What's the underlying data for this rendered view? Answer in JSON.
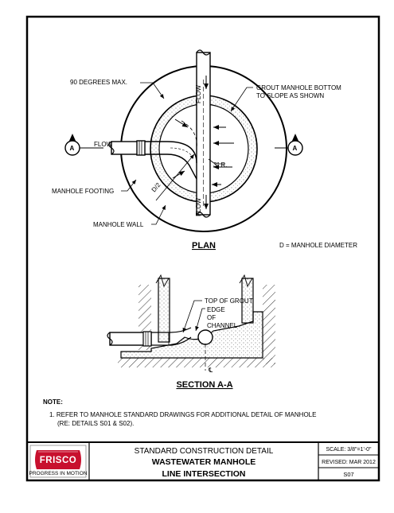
{
  "plan": {
    "title": "PLAN",
    "labels": {
      "angle_max": "90 DEGREES MAX.",
      "grout": "GROUT MANHOLE BOTTOM",
      "grout2": "TO SLOPE AS SHOWN",
      "flow_left": "FLOW",
      "flow_top": "FLOW",
      "flow_bottom": "FLOW",
      "radius": "3\" R.",
      "half_d": "D/2",
      "footing": "MANHOLE FOOTING",
      "wall": "MANHOLE WALL",
      "section_mark": "A",
      "diameter_note": "D = MANHOLE DIAMETER"
    }
  },
  "section": {
    "title": "SECTION A-A",
    "labels": {
      "top_grout": "TOP OF GROUT",
      "edge1": "EDGE",
      "edge2": "OF",
      "edge3": "CHANNEL",
      "centerline": "℄"
    }
  },
  "notes": {
    "heading": "NOTE:",
    "line1": "1. REFER TO MANHOLE STANDARD DRAWINGS FOR ADDITIONAL DETAIL OF MANHOLE",
    "line2": "(RE: DETAILS S01 & S02)."
  },
  "title_block": {
    "logo_text": "FRISCO",
    "logo_tagline": "PROGRESS IN MOTION",
    "heading": "STANDARD CONSTRUCTION DETAIL",
    "title_line1": "WASTEWATER MANHOLE",
    "title_line2": "LINE INTERSECTION",
    "scale": "SCALE: 3/8\"=1'-0\"",
    "revised": "REVISED: MAR 2012",
    "sheet": "S07"
  },
  "colors": {
    "logo_red": "#c8102e",
    "line": "#000000",
    "hatch": "#b8b8b8"
  }
}
